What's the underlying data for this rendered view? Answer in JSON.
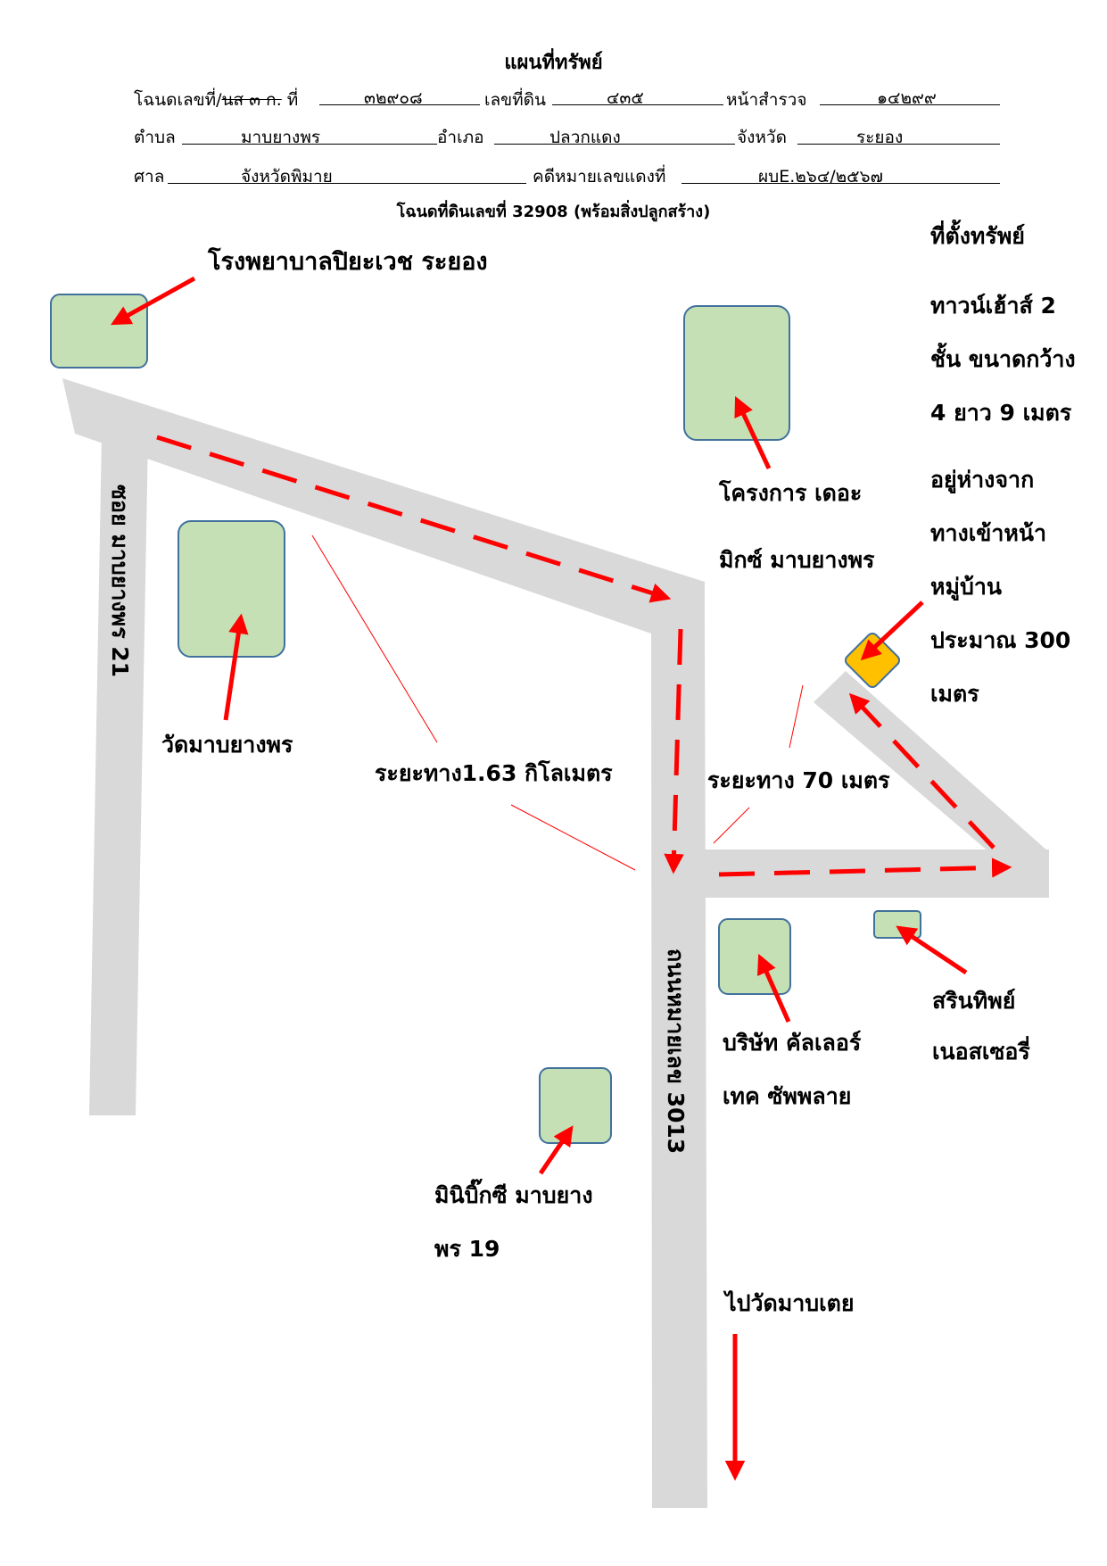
{
  "header": {
    "title": "แผนที่ทรัพย์",
    "deed_no_label": "โฉนดเลขที่/",
    "deed_no_struck": "นส ๓ ก.",
    "deed_no_suffix": " ที่",
    "deed_no": "๓๒๙๐๘",
    "land_no_label": "เลขที่ดิน",
    "land_no": "๔๓๕",
    "survey_page_label": "หน้าสำรวจ",
    "survey_page": "๑๔๒๙๙",
    "subdistrict_label": "ตำบล",
    "subdistrict": "มาบยางพร",
    "district_label": "อำเภอ",
    "district": "ปลวกแดง",
    "province_label": "จังหวัด",
    "province": "ระยอง",
    "court_label": "ศาล",
    "court": "จังหวัดพิมาย",
    "case_label": "คดีหมายเลขแดงที่",
    "case_no": "ผบE.๒๖๔/๒๕๖๗",
    "subtitle": "โฉนดที่ดินเลขที่ 32908 (พร้อมสิ่งปลูกสร้าง)"
  },
  "map": {
    "landmarks": {
      "hospital": "โรงพยาบาลปิยะเวช ระยอง",
      "temple": "วัดมาบยางพร",
      "project_line1": "โครงการ เดอะ",
      "project_line2": "มิกซ์ มาบยางพร",
      "company_line1": "บริษัท คัลเลอร์",
      "company_line2": "เทค ซัพพลาย",
      "nursery_line1": "สรินทิพย์",
      "nursery_line2": "เนอสเซอรี่",
      "minibigc_line1": "มินิบิ๊กซี มาบยาง",
      "minibigc_line2": "พร 19"
    },
    "roads": {
      "soi": "ซอย มาบยางพร 21",
      "highway": "ถนนหมายเลข 3013"
    },
    "distances": {
      "main": "ระยะทาง1.63 กิโลเมตร",
      "short": "ระยะทาง 70 เมตร"
    },
    "direction": "ไปวัดมาบเตย",
    "location_info": [
      "ที่ตั้งทรัพย์",
      "ทาวน์เฮ้าส์ 2",
      "ชั้น ขนาดกว้าง",
      "4 ยาว 9 เมตร",
      "อยู่ห่างจาก",
      "ทางเข้าหน้า",
      "หมู่บ้าน",
      "ประมาณ 300",
      "เมตร"
    ],
    "colors": {
      "road": "#d9d9d9",
      "landmark_fill": "#c5e0b4",
      "landmark_border": "#41719c",
      "route": "#ff0000",
      "property": "#ffc000"
    }
  }
}
